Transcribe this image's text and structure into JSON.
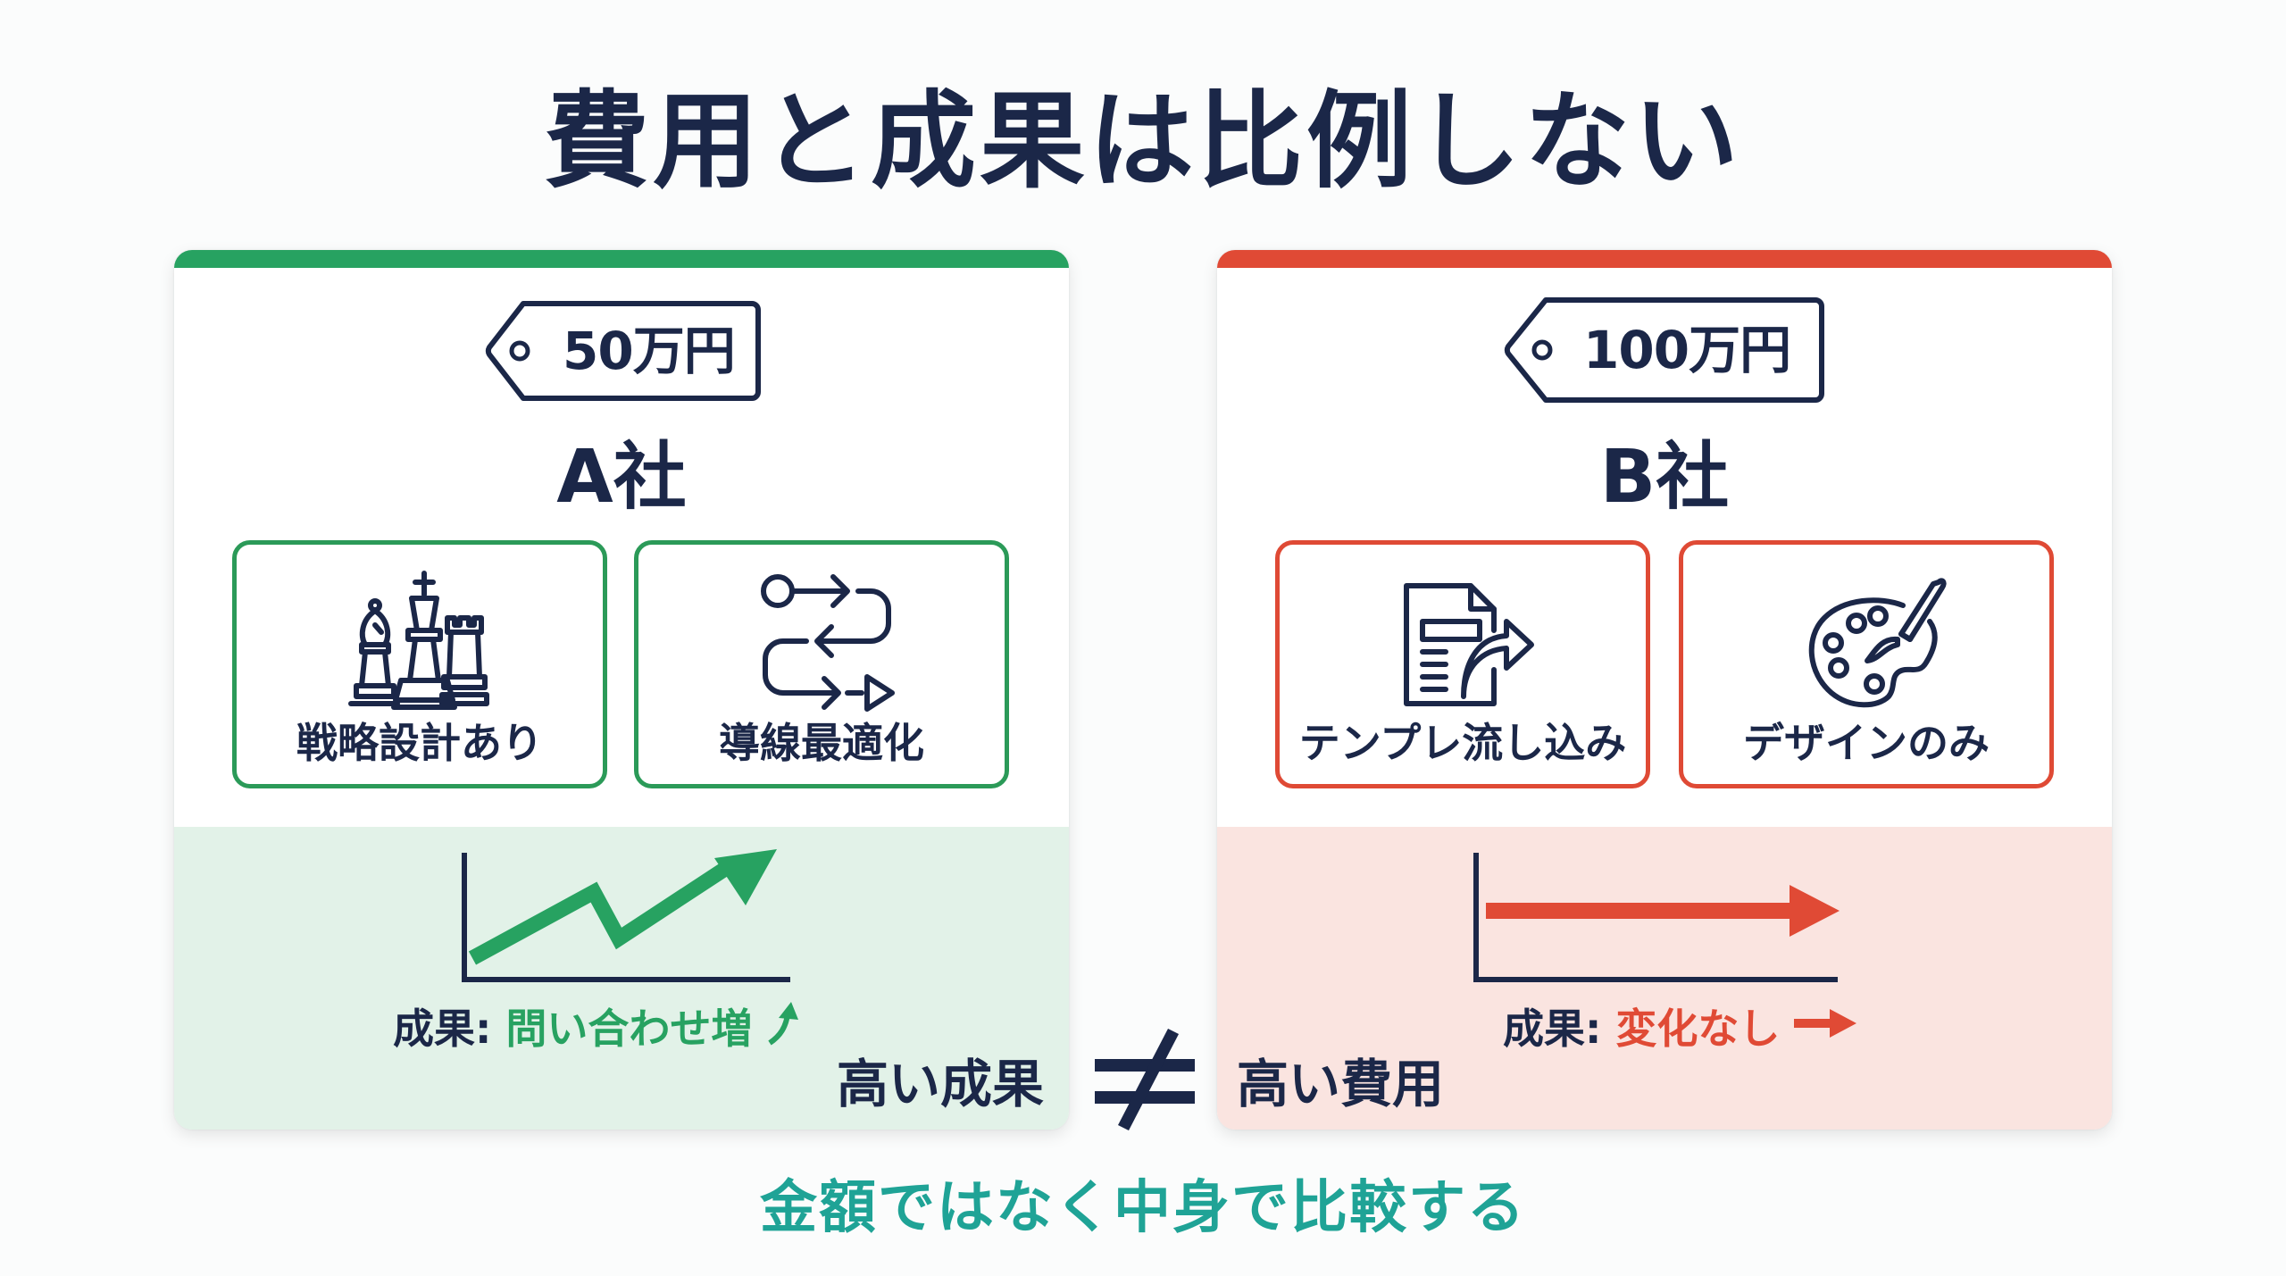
{
  "title": "費用と成果は比例しない",
  "colors": {
    "navy": "#1b2748",
    "green": "#27a261",
    "green_bg": "#e2f2e8",
    "red": "#e04a35",
    "red_bg": "#fae4e0",
    "teal": "#1fa396"
  },
  "cards": [
    {
      "id": "a",
      "price": "50万円",
      "price_icon": "price-tag-icon",
      "company": "A社",
      "accent": "#27a261",
      "features": [
        {
          "label": "戦略設計あり",
          "icon": "chess-pieces-icon"
        },
        {
          "label": "導線最適化",
          "icon": "flow-path-icon"
        }
      ],
      "chart_icon": "rising-trend-chart-icon",
      "result_key": "成果:",
      "result_value": "問い合わせ増",
      "result_icon": "up-arrow-icon",
      "comparison_label": "高い成果"
    },
    {
      "id": "b",
      "price": "100万円",
      "price_icon": "price-tag-icon",
      "company": "B社",
      "accent": "#e04a35",
      "features": [
        {
          "label": "テンプレ流し込み",
          "icon": "template-document-icon"
        },
        {
          "label": "デザインのみ",
          "icon": "paint-palette-icon"
        }
      ],
      "chart_icon": "flat-trend-chart-icon",
      "result_key": "成果:",
      "result_value": "変化なし",
      "result_icon": "right-arrow-icon",
      "comparison_label": "高い費用"
    }
  ],
  "comparison_symbol": "≠",
  "conclusion": "金額ではなく中身で比較する"
}
